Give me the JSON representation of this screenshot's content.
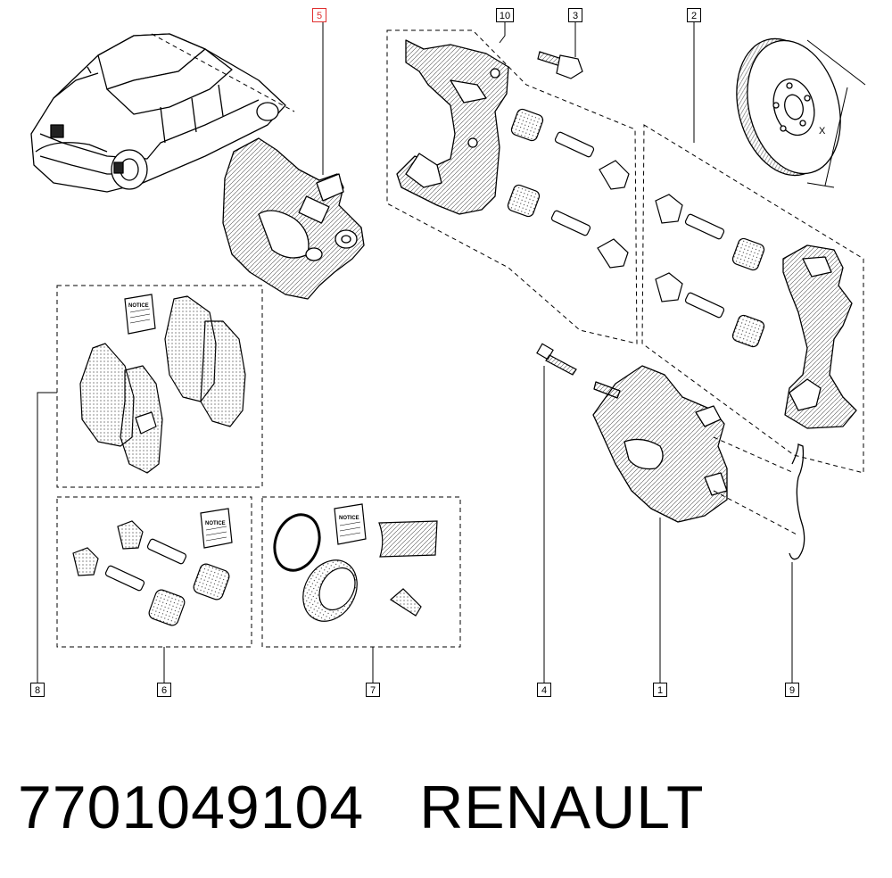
{
  "callouts": {
    "c1": "1",
    "c2": "2",
    "c3": "3",
    "c4": "4",
    "c5": "5",
    "c6": "6",
    "c7": "7",
    "c8": "8",
    "c9": "9",
    "c10": "10"
  },
  "highlight_color": "#e03030",
  "notice_label": "NOTICE",
  "dimension_label": "X",
  "caption": {
    "part_number": "7701049104",
    "brand": "RENAULT"
  }
}
